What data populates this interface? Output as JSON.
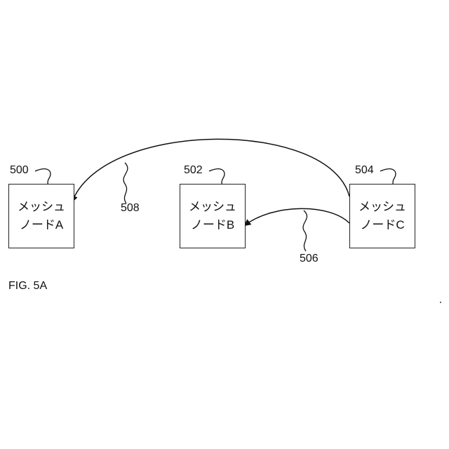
{
  "nodes": {
    "a": {
      "line1": "メッシュ",
      "line2": "ノードA",
      "ref": "500"
    },
    "b": {
      "line1": "メッシュ",
      "line2": "ノードB",
      "ref": "502"
    },
    "c": {
      "line1": "メッシュ",
      "line2": "ノードC",
      "ref": "504"
    }
  },
  "arrows": {
    "c_to_a": {
      "ref": "508"
    },
    "c_to_b": {
      "ref": "506"
    }
  },
  "caption": "FIG. 5A"
}
